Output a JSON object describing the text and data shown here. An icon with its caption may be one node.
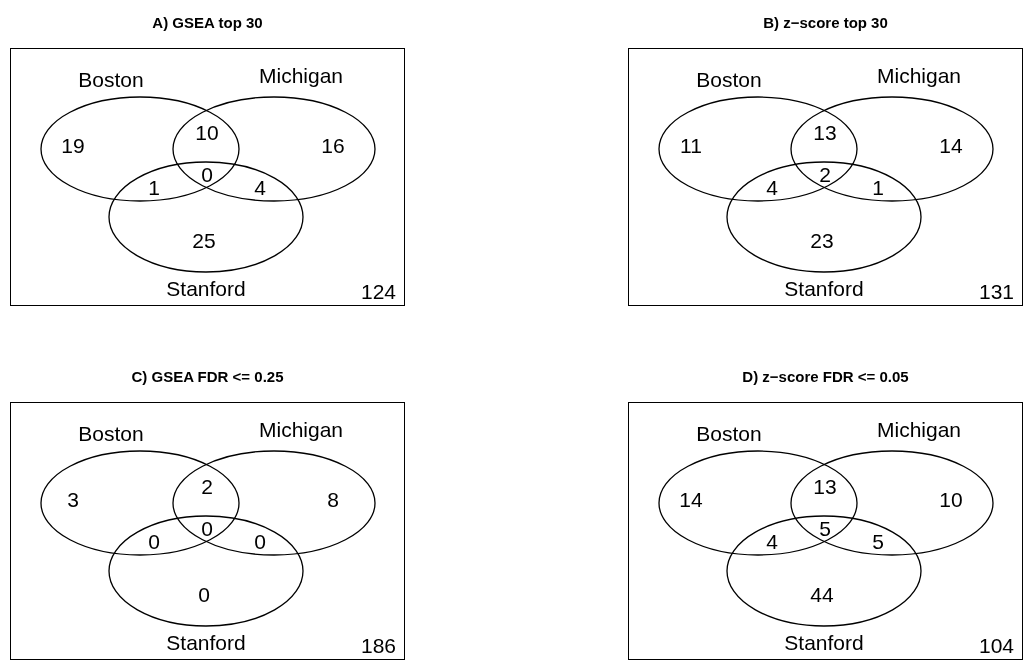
{
  "diagram": {
    "nodes": [
      {
        "text": [
          "A) GSEA top 30",
          "124"
        ]
      },
      {
        "text": [
          "Boston"
        ],
        "in": 0
      },
      {
        "text": [
          "Michigan"
        ],
        "in": 0
      },
      {
        "text": [
          "Stanford"
        ],
        "in": 0
      },
      {
        "text": [
          "B) z−score top 30",
          "131"
        ]
      },
      {
        "text": [
          "Boston"
        ],
        "in": 4
      },
      {
        "text": [
          "Michigan"
        ],
        "in": 4
      },
      {
        "text": [
          "Stanford"
        ],
        "in": 4
      },
      {
        "text": [
          "C) GSEA FDR <= 0.25",
          "186"
        ]
      },
      {
        "text": [
          "Boston"
        ],
        "in": 8
      },
      {
        "text": [
          "Michigan"
        ],
        "in": 8
      },
      {
        "text": [
          "Stanford"
        ],
        "in": 8
      },
      {
        "text": [
          "D) z−score FDR <= 0.05",
          "104"
        ]
      },
      {
        "text": [
          "Boston"
        ],
        "in": 12
      },
      {
        "text": [
          "Michigan"
        ],
        "in": 12
      },
      {
        "text": [
          "Stanford"
        ],
        "in": 12
      }
    ],
    "edges": [],
    "labels": [
      "19",
      "10",
      "16",
      "1",
      "0",
      "4",
      "25",
      "11",
      "13",
      "14",
      "4",
      "2",
      "1",
      "23",
      "3",
      "2",
      "8",
      "0",
      "0",
      "0",
      "0",
      "14",
      "13",
      "10",
      "4",
      "5",
      "5",
      "44"
    ]
  }
}
